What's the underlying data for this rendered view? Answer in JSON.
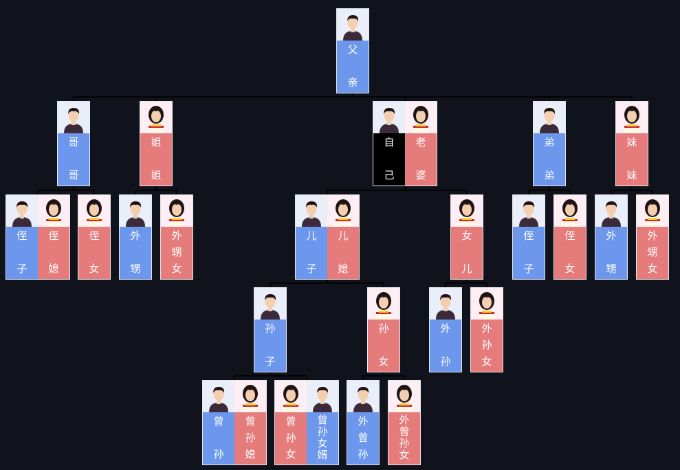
{
  "nodes": [
    {
      "id": "father",
      "parent": null,
      "people": [
        {
          "gender": "male",
          "chars": [
            "父",
            "亲"
          ]
        }
      ]
    },
    {
      "id": "gege",
      "parent": "father",
      "people": [
        {
          "gender": "male",
          "chars": [
            "哥",
            "哥"
          ]
        }
      ]
    },
    {
      "id": "jiejie",
      "parent": "father",
      "people": [
        {
          "gender": "female",
          "chars": [
            "姐",
            "姐"
          ]
        }
      ]
    },
    {
      "id": "self",
      "parent": "father",
      "people": [
        {
          "gender": "self",
          "chars": [
            "自",
            "己"
          ]
        },
        {
          "gender": "female",
          "chars": [
            "老",
            "婆"
          ]
        }
      ]
    },
    {
      "id": "didi",
      "parent": "father",
      "people": [
        {
          "gender": "male",
          "chars": [
            "弟",
            "弟"
          ]
        }
      ]
    },
    {
      "id": "meimei",
      "parent": "father",
      "people": [
        {
          "gender": "female",
          "chars": [
            "妹",
            "妹"
          ]
        }
      ]
    },
    {
      "id": "zhizi-l",
      "parent": "gege",
      "people": [
        {
          "gender": "male",
          "chars": [
            "侄",
            "子"
          ]
        },
        {
          "gender": "female",
          "chars": [
            "侄",
            "媳"
          ]
        }
      ]
    },
    {
      "id": "zhinv-l",
      "parent": "gege",
      "people": [
        {
          "gender": "female",
          "chars": [
            "侄",
            "女"
          ]
        }
      ]
    },
    {
      "id": "waisheng-l",
      "parent": "jiejie",
      "people": [
        {
          "gender": "male",
          "chars": [
            "外",
            "甥"
          ]
        }
      ]
    },
    {
      "id": "waishengnv-l",
      "parent": "jiejie",
      "people": [
        {
          "gender": "female",
          "chars": [
            "外",
            "甥",
            "女"
          ]
        }
      ]
    },
    {
      "id": "erzi",
      "parent": "self",
      "people": [
        {
          "gender": "male",
          "chars": [
            "儿",
            "子"
          ]
        },
        {
          "gender": "female",
          "chars": [
            "儿",
            "媳"
          ]
        }
      ]
    },
    {
      "id": "nver",
      "parent": "self",
      "people": [
        {
          "gender": "female",
          "chars": [
            "女",
            "儿"
          ]
        }
      ]
    },
    {
      "id": "zhizi-r",
      "parent": "didi",
      "people": [
        {
          "gender": "male",
          "chars": [
            "侄",
            "子"
          ]
        }
      ]
    },
    {
      "id": "zhinv-r",
      "parent": "didi",
      "people": [
        {
          "gender": "female",
          "chars": [
            "侄",
            "女"
          ]
        }
      ]
    },
    {
      "id": "waisheng-r",
      "parent": "meimei",
      "people": [
        {
          "gender": "male",
          "chars": [
            "外",
            "甥"
          ]
        }
      ]
    },
    {
      "id": "waishengnv-r",
      "parent": "meimei",
      "people": [
        {
          "gender": "female",
          "chars": [
            "外",
            "甥",
            "女"
          ]
        }
      ]
    },
    {
      "id": "sunzi",
      "parent": "erzi",
      "people": [
        {
          "gender": "male",
          "chars": [
            "孙",
            "子"
          ]
        }
      ]
    },
    {
      "id": "sunnv",
      "parent": "erzi",
      "people": [
        {
          "gender": "female",
          "chars": [
            "孙",
            "女"
          ]
        }
      ]
    },
    {
      "id": "waisun",
      "parent": "nver",
      "people": [
        {
          "gender": "male",
          "chars": [
            "外",
            "孙"
          ]
        }
      ]
    },
    {
      "id": "waisunnv",
      "parent": "nver",
      "people": [
        {
          "gender": "female",
          "chars": [
            "外",
            "孙",
            "女"
          ]
        }
      ]
    },
    {
      "id": "zengsun",
      "parent": "sunzi",
      "people": [
        {
          "gender": "male",
          "chars": [
            "曾",
            "孙"
          ]
        },
        {
          "gender": "female",
          "chars": [
            "曾",
            "孙",
            "媳"
          ]
        }
      ]
    },
    {
      "id": "zengsunnv",
      "parent": "sunzi",
      "people": [
        {
          "gender": "female",
          "chars": [
            "曾",
            "孙",
            "女"
          ]
        },
        {
          "gender": "male",
          "chars": [
            "曾",
            "孙",
            "女",
            "婿"
          ]
        }
      ]
    },
    {
      "id": "waizengsun",
      "parent": "sunnv",
      "people": [
        {
          "gender": "male",
          "chars": [
            "外",
            "曾",
            "孙"
          ]
        }
      ]
    },
    {
      "id": "waizengsunnv",
      "parent": "sunnv",
      "people": [
        {
          "gender": "female",
          "chars": [
            "外",
            "曾",
            "孙",
            "女"
          ]
        }
      ]
    }
  ],
  "colors": {
    "background": "#10131b",
    "male": "#6c97ec",
    "female": "#e57b7b",
    "self": "#000000",
    "connector": "#000000",
    "text": "#ffffff"
  }
}
